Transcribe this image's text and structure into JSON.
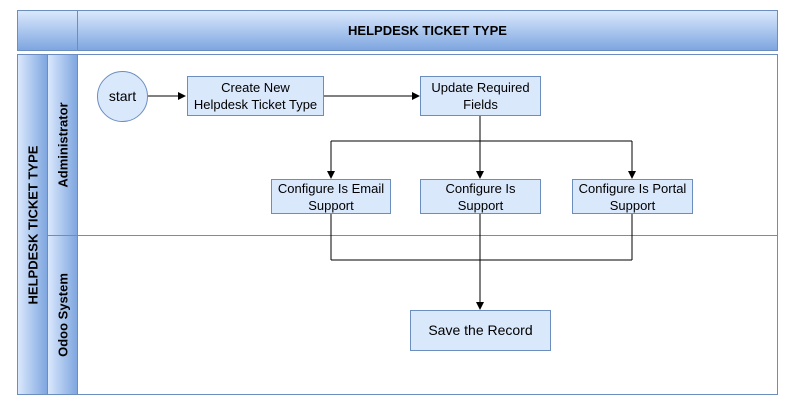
{
  "diagram": {
    "header_title": "HELPDESK TICKET TYPE",
    "pool_label": "HELPDESK TICKET TYPE",
    "lanes": [
      {
        "label": "Administrator"
      },
      {
        "label": "Odoo System"
      }
    ],
    "nodes": {
      "start": "start",
      "create": [
        "Create New",
        "Helpdesk Ticket Type"
      ],
      "update": [
        "Update Required",
        "Fields"
      ],
      "email": [
        "Configure Is Email",
        "Support"
      ],
      "support": [
        "Configure Is",
        "Support"
      ],
      "portal": [
        "Configure Is Portal",
        "Support"
      ],
      "save": "Save the Record"
    },
    "colors": {
      "fill": "#dae8fc",
      "stroke": "#6c8ebf",
      "gradient_end": "#7ea6e0",
      "edge": "#000000"
    }
  }
}
